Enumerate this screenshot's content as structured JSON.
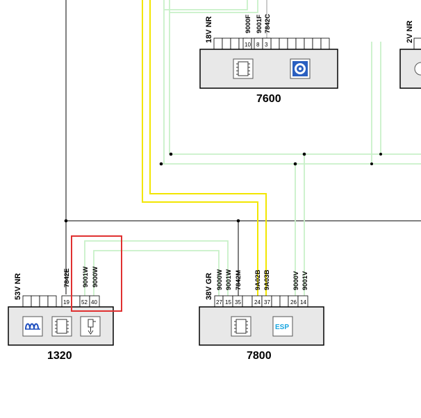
{
  "modules": {
    "m7600": {
      "number": "7600",
      "connector": "18V NR",
      "pins": [
        "10",
        "8",
        "3"
      ],
      "wires": [
        "9000F",
        "9001F",
        "7842C"
      ]
    },
    "m_right": {
      "connector": "2V NR"
    },
    "m1320": {
      "number": "1320",
      "connector": "53V NR",
      "pins": [
        "19",
        "52",
        "40"
      ],
      "wires": [
        "7842E",
        "9001W",
        "9000W"
      ]
    },
    "m7800": {
      "number": "7800",
      "connector": "38V GR",
      "pins": [
        "27",
        "15",
        "35",
        "24",
        "37",
        "26",
        "14"
      ],
      "wires": [
        "9000W",
        "9001W",
        "7842M",
        "9A02B",
        "9A03B",
        "9000V",
        "9001V"
      ]
    }
  },
  "icons": {
    "module_7600": [
      "ecu-chip-icon",
      "speaker-sensor-icon"
    ],
    "module_1320": [
      "coil-icon",
      "ecu-chip-icon",
      "injector-icon"
    ],
    "module_7800": [
      "ecu-chip-icon",
      "esp-icon"
    ],
    "esp_text": "ESP"
  },
  "colors": {
    "wire_yellow": "#f2e600",
    "wire_green": "#c8f0c8",
    "wire_black": "#000000",
    "highlight_box": "#e03030",
    "esp_blue": "#19a6e0"
  }
}
